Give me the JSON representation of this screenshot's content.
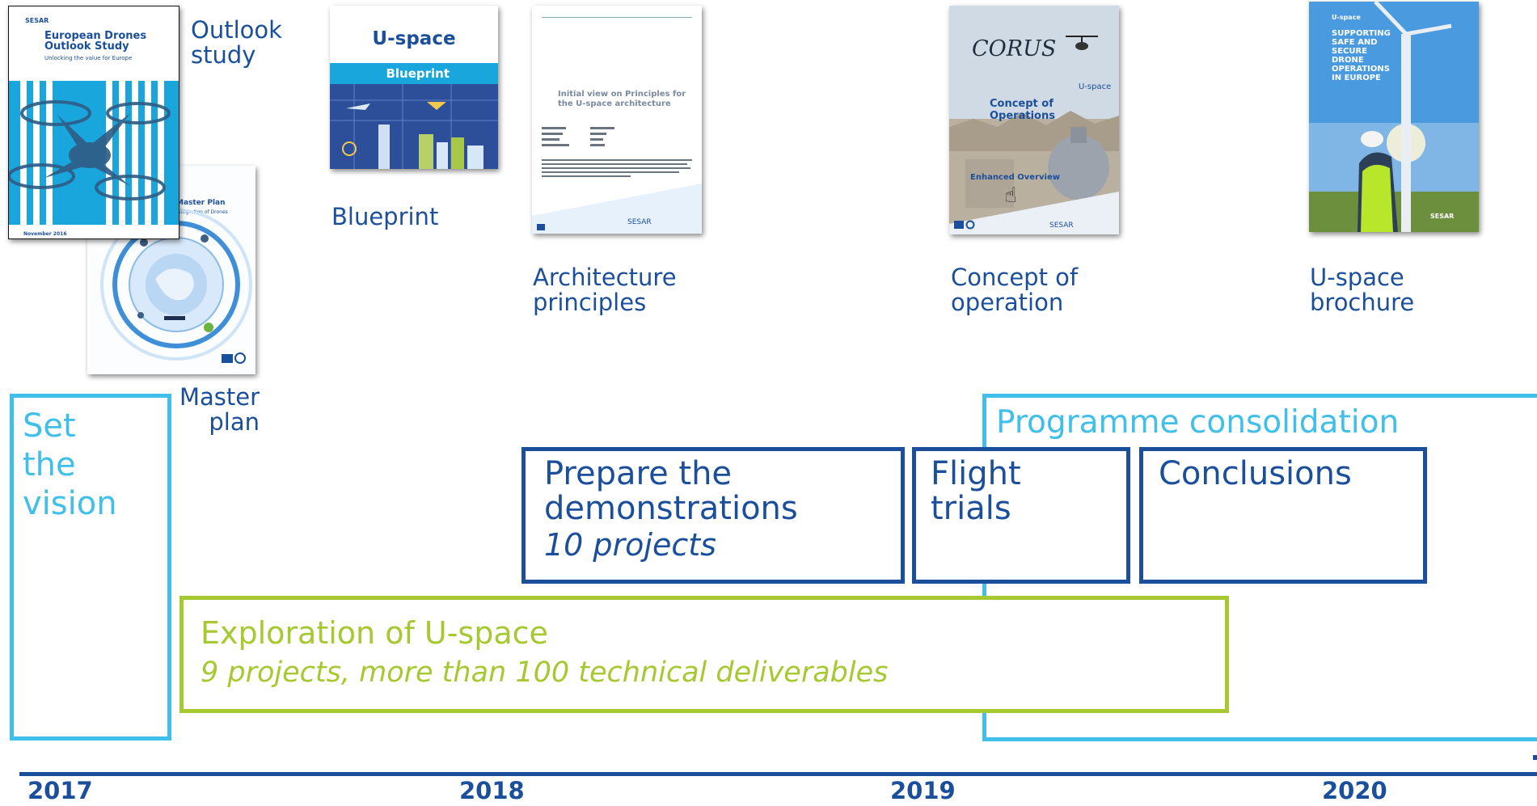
{
  "documents": {
    "outlook": {
      "label": "Outlook\nstudy",
      "cover_brand": "SESAR",
      "cover_title": "European Drones Outlook Study",
      "cover_subtitle": "Unlocking the value for Europe",
      "cover_date": "November 2016"
    },
    "master_plan": {
      "label": "Master\nplan",
      "cover_title": "Master Plan",
      "cover_subtitle": "integration of Drones"
    },
    "blueprint": {
      "label": "Blueprint",
      "cover_logo": "U-space",
      "cover_banner": "Blueprint"
    },
    "architecture": {
      "label": "Architecture\nprinciples",
      "cover_title": "Initial view on Principles for the U-space architecture",
      "cover_brand": "SESAR"
    },
    "conops": {
      "label": "Concept of\noperation",
      "cover_logo": "CORUS",
      "cover_kicker": "U-space",
      "cover_title": "Concept of Operations",
      "cover_overview": "Enhanced Overview",
      "cover_brand": "SESAR"
    },
    "brochure": {
      "label": "U-space\nbrochure",
      "cover_logo": "U-space",
      "cover_title": "SUPPORTING SAFE AND SECURE DRONE OPERATIONS IN EUROPE",
      "cover_brand": "SESAR"
    }
  },
  "phases": {
    "vision": "Set\nthe\nvision",
    "consolidation": "Programme consolidation",
    "prepare_title": "Prepare the\ndemonstrations",
    "prepare_sub": "10 projects",
    "flight": "Flight\ntrials",
    "conclusions": "Conclusions",
    "exploration_title": "Exploration of U-space",
    "exploration_sub": "9 projects, more than 100 technical deliverables"
  },
  "timeline": {
    "years": [
      "2017",
      "2018",
      "2019",
      "2020"
    ]
  },
  "colors": {
    "dark_blue": "#1b4f9c",
    "light_blue": "#3fbfea",
    "green": "#a6c831"
  }
}
